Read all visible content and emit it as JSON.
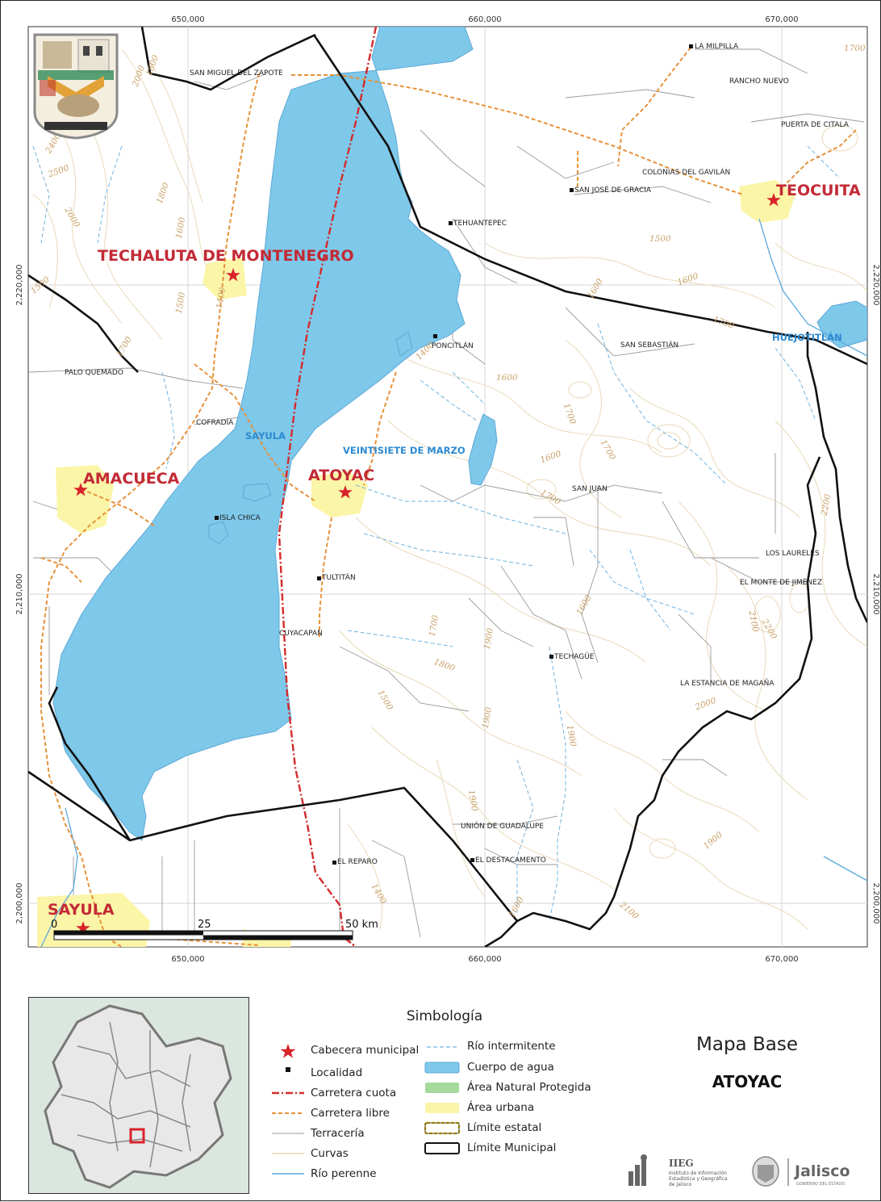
{
  "coordinate_ticks": {
    "top": [
      "650,000",
      "660,000",
      "670,000"
    ],
    "bottom": [
      "650,000",
      "660,000",
      "670,000"
    ],
    "left": [
      "2,220,000",
      "2,210,000",
      "2,200,000"
    ],
    "right": [
      "2,220,000",
      "2,210,000",
      "2,200,000"
    ]
  },
  "cabeceras": [
    "TECHALUTA DE MONTENEGRO",
    "TEOCUITA",
    "AMACUECA",
    "ATOYAC",
    "SAYULA"
  ],
  "water_labels": [
    "SAYULA",
    "VEINTISIETE DE MARZO",
    "HUEJOTITLÁN"
  ],
  "localities": [
    "LA MILPILLA",
    "SAN MIGUEL DEL ZAPOTE",
    "RANCHO NUEVO",
    "PUERTA DE CITALA",
    "COLONIAS DEL GAVILÁN",
    "SAN JOSÉ DE GRACIA",
    "TEHUANTEPEC",
    "SAN SEBASTIÁN",
    "PONCITLÁN",
    "PALO QUEMADO",
    "COFRADÍA",
    "SAN JUAN",
    "ISLA CHICA",
    "LOS LAURELES",
    "EL MONTE DE JIMÉNEZ",
    "TULTITÁN",
    "CUYACAPAN",
    "TECHAGÜE",
    "LA ESTANCIA DE MAGAÑA",
    "UNIÓN DE GUADALUPE",
    "EL DESTACAMENTO",
    "EL REPARO"
  ],
  "contours": [
    "1700",
    "2000",
    "1800",
    "2400",
    "2500",
    "2600",
    "1800",
    "1600",
    "1500",
    "1400",
    "1700",
    "1500",
    "1500",
    "1600",
    "1700",
    "1600",
    "1700",
    "1700",
    "1600",
    "1700",
    "1400",
    "1600",
    "2200",
    "2100",
    "2200",
    "1600",
    "1700",
    "1800",
    "1900",
    "1900",
    "2000",
    "1500",
    "1900",
    "1900",
    "1400",
    "2100",
    "1900",
    "1600"
  ],
  "scale": {
    "labels": [
      "0",
      "25",
      "50 km"
    ]
  },
  "legend": {
    "title": "Simbología",
    "left_items": [
      "Cabecera municipal",
      "Localidad",
      "Carretera cuota",
      "Carretera libre",
      "Terracería",
      "Curvas",
      "Río perenne"
    ],
    "right_items": [
      "Río intermitente",
      "Cuerpo de agua",
      "Área Natural Protegida",
      "Área urbana",
      "Límite estatal",
      "Límite Municipal"
    ]
  },
  "map_title": "Mapa Base",
  "map_subtitle": "ATOYAC",
  "colors": {
    "water": "#7ec8ea",
    "urban": "#fbf5a8",
    "protected": "#a6d99c",
    "cabecera": "#d8232a",
    "toll_road": "#d42a2a",
    "free_road": "#e7923a",
    "contour": "#e5cfa8",
    "river": "#5aa9dc",
    "boundary": "#111111"
  },
  "logos": {
    "iieg_name": "IIEG",
    "iieg_lines": [
      "Instituto de Información",
      "Estadística y Geográfica",
      "de Jalisco"
    ],
    "jalisco_name": "Jalisco",
    "jalisco_sub": "GOBIERNO DEL ESTADO"
  }
}
